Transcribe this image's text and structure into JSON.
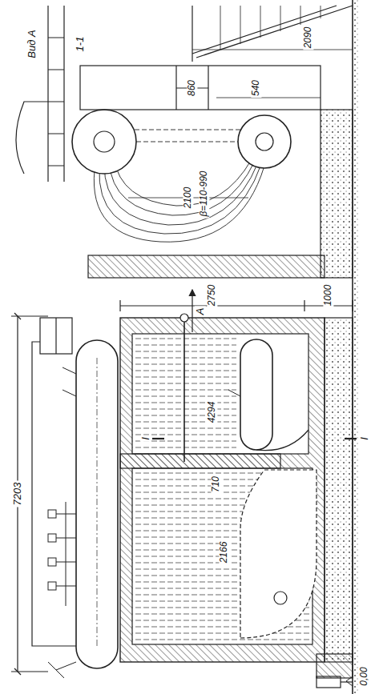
{
  "diagram": {
    "labels": [
      "7203",
      "2750",
      "1000",
      "0,00",
      "I",
      "I",
      "A",
      "2166",
      "4294",
      "710",
      "Вид А",
      "1-1",
      "2100",
      "β=110-990",
      "860",
      "540",
      "2090"
    ]
  }
}
